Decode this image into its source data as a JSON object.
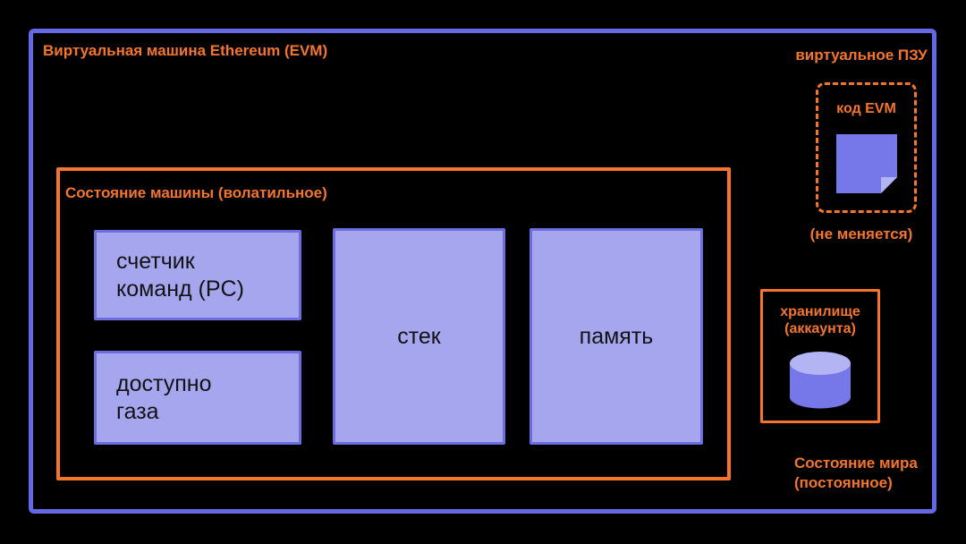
{
  "colors": {
    "background": "#000000",
    "orange": "#f4752b",
    "blue_border": "#6467e6",
    "box_fill": "#a5a6ed",
    "box_border": "#6c6ee0",
    "icon_purple": "#7678e9",
    "icon_purple_light": "#b2b4f4",
    "box_text": "#131316"
  },
  "evm": {
    "title": "Виртуальная машина Ethereum (EVM)",
    "machine_state": {
      "label": "Состояние машины (волатильное)",
      "program_counter": [
        "счетчик",
        "команд (PC)"
      ],
      "gas_available": [
        "доступно",
        "газа"
      ],
      "stack": "стек",
      "memory": "память"
    }
  },
  "virtual_rom": {
    "title": "виртуальное ПЗУ",
    "code_label": "код EVM",
    "note": "(не меняется)",
    "icon": "note-icon"
  },
  "account_storage": {
    "label": [
      "хранилище",
      "(аккаунта)"
    ],
    "icon": "database-icon"
  },
  "world_state": {
    "label": [
      "Состояние мира",
      "(постоянное)"
    ]
  }
}
